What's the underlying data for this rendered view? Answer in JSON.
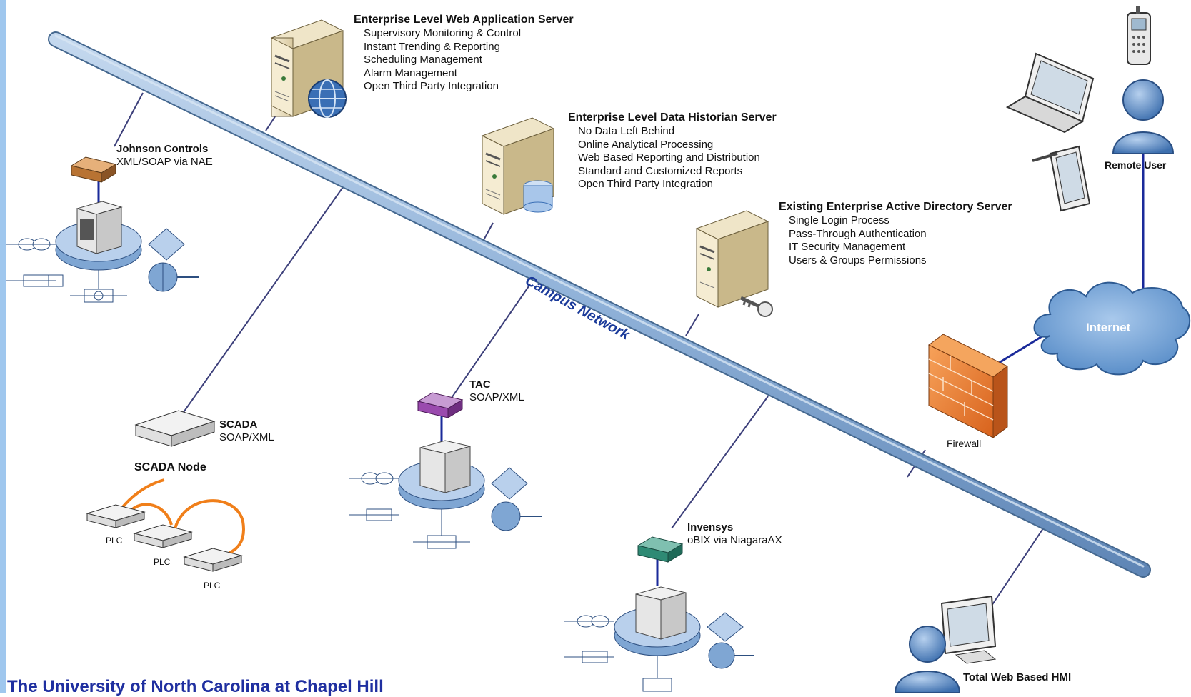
{
  "network": {
    "label": "Campus Network"
  },
  "web_server": {
    "title": "Enterprise Level Web Application Server",
    "features": [
      "Supervisory Monitoring & Control",
      "Instant Trending & Reporting",
      "Scheduling Management",
      "Alarm Management",
      "Open Third Party Integration"
    ]
  },
  "historian_server": {
    "title": "Enterprise Level Data Historian Server",
    "features": [
      "No Data Left Behind",
      "Online Analytical Processing",
      "Web Based Reporting and Distribution",
      "Standard and Customized Reports",
      "Open Third Party Integration"
    ]
  },
  "ad_server": {
    "title": "Existing Enterprise Active Directory Server",
    "features": [
      "Single Login Process",
      "Pass-Through Authentication",
      "IT Security Management",
      "Users & Groups Permissions"
    ]
  },
  "johnson": {
    "name": "Johnson Controls",
    "protocol": "XML/SOAP via NAE"
  },
  "scada": {
    "name": "SCADA",
    "protocol": "SOAP/XML",
    "node": "SCADA Node",
    "plc": [
      "PLC",
      "PLC",
      "PLC"
    ]
  },
  "tac": {
    "name": "TAC",
    "protocol": "SOAP/XML"
  },
  "invensys": {
    "name": "Invensys",
    "protocol": "oBIX via NiagaraAX"
  },
  "firewall": {
    "label": "Firewall"
  },
  "internet": {
    "label": "Internet"
  },
  "remote_user": {
    "label": "Remote User"
  },
  "hmi": {
    "label": "Total Web Based HMI"
  },
  "footer": {
    "text": "The University of North Carolina at Chapel Hill"
  },
  "colors": {
    "network_pipe": "#8fb1d8",
    "firewall": "#e8782a",
    "internet": "#6b9fd3",
    "link_blue": "#1a2a9a",
    "footer": "#1f2fa0"
  }
}
